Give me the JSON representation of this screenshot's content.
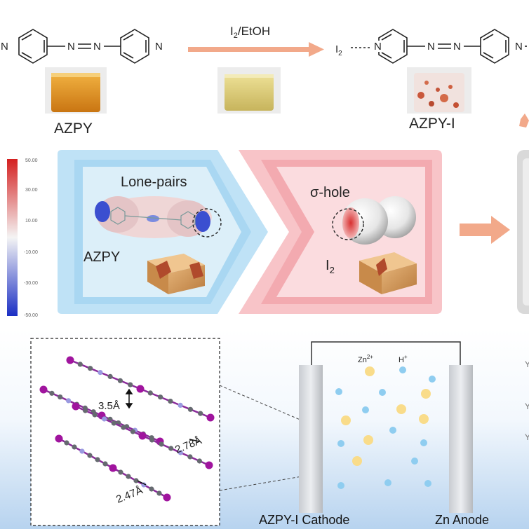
{
  "reaction": {
    "reagent": "I",
    "reagent_sub": "2",
    "reagent_tail": "/EtOH",
    "reactant": "AZPY",
    "product": "AZPY-I",
    "atom_n": "N",
    "iodine_label": "I",
    "iodine_sub": "2"
  },
  "esp_scale": {
    "ticks": [
      "50.00",
      "30.00",
      "10.00",
      "-10.00",
      "-30.00",
      "-50.00"
    ]
  },
  "interaction": {
    "lone_pairs": "Lone-pairs",
    "azpy": "AZPY",
    "sigma_hole": "σ-hole",
    "i2": "I",
    "i2_sub": "2"
  },
  "crystal": {
    "distances": [
      "3.5Å",
      "2.78Å",
      "2.47Å"
    ]
  },
  "battery": {
    "zn_ion": "Zn",
    "zn_sup": "2+",
    "h_ion": "H",
    "h_sup": "+",
    "cathode": "AZPY-I Cathode",
    "anode": "Zn Anode"
  },
  "colors": {
    "arrow": "#f2a98a",
    "blue_panel": "#bfe2f6",
    "pink_panel": "#f8c4c8",
    "zn_dot": "#f9dc8a",
    "h_dot": "#8fcdf0"
  }
}
